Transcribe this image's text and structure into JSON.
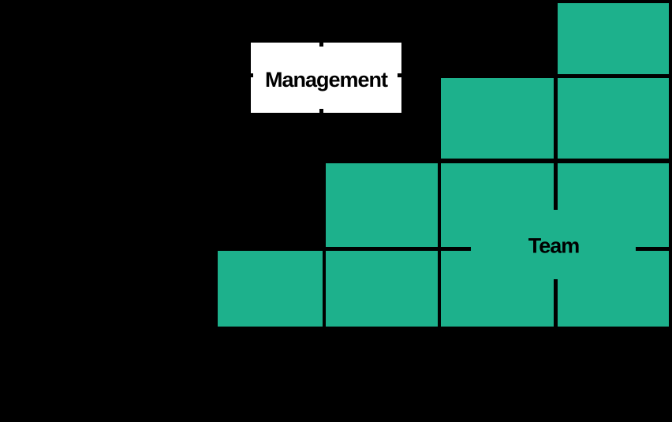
{
  "colors": {
    "background": "#000000",
    "bar_fill": "#1DB18C",
    "separator_line": "#000000",
    "management_box_bg": "#FFFFFF",
    "label_text": "#000000"
  },
  "annotations": {
    "management": "Management",
    "team": "Team"
  },
  "chart_data": {
    "type": "bar",
    "values": [
      1,
      2,
      3,
      4
    ],
    "unit": "stacked unit squares per step (ascending staircase, left to right)",
    "title": "",
    "xlabel": "",
    "ylabel": "",
    "axis_tick_labels_visible": false,
    "legend": false,
    "grid": "black separator lines between unit squares; lower-right 2x2 block of squares is merged (no separators) around the Team label",
    "annotations": [
      {
        "text": "Management",
        "style": "white filled label box with black crosshair tick marks at top, bottom, left and right edges"
      },
      {
        "text": "Team",
        "style": "black label on teal with interrupted horizontal and vertical crosshair lines around it"
      }
    ]
  }
}
